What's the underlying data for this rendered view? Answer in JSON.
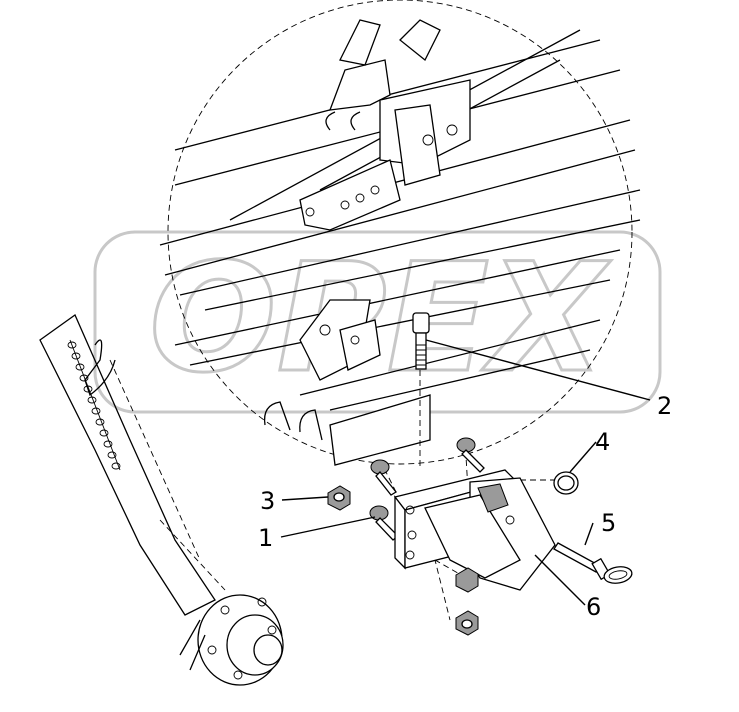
{
  "watermark": {
    "text": "OPEX"
  },
  "callouts": [
    {
      "id": "1",
      "label": "1"
    },
    {
      "id": "2",
      "label": "2"
    },
    {
      "id": "3",
      "label": "3"
    },
    {
      "id": "4",
      "label": "4"
    },
    {
      "id": "5",
      "label": "5"
    },
    {
      "id": "6",
      "label": "6"
    }
  ]
}
